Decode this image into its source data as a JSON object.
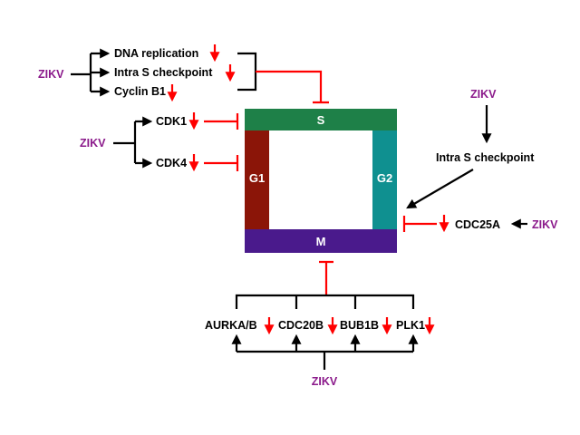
{
  "colors": {
    "virus_label": "#8b1a8b",
    "inhibition": "#ff0000",
    "phase_s": "#1e8048",
    "phase_g1": "#8b1508",
    "phase_g2": "#0f9090",
    "phase_m": "#4a1a8c",
    "text": "#000000"
  },
  "phases": {
    "s": "S",
    "g1": "G1",
    "g2": "G2",
    "m": "M"
  },
  "virus": "ZIKV",
  "top_left": {
    "items": [
      "DNA replication",
      "Intra S checkpoint",
      "Cyclin B1"
    ]
  },
  "mid_left": {
    "items": [
      "CDK1",
      "CDK4"
    ]
  },
  "right": {
    "checkpoint": "Intra S checkpoint",
    "cdc25a": "CDC25A"
  },
  "bottom": {
    "items": [
      "AURKA/B",
      "CDC20B",
      "BUB1B",
      "PLK1"
    ]
  },
  "icons": {
    "down_arrow": "down-arrow-icon",
    "inhibit": "inhibition-bar-icon",
    "activate": "activation-arrow-icon"
  }
}
